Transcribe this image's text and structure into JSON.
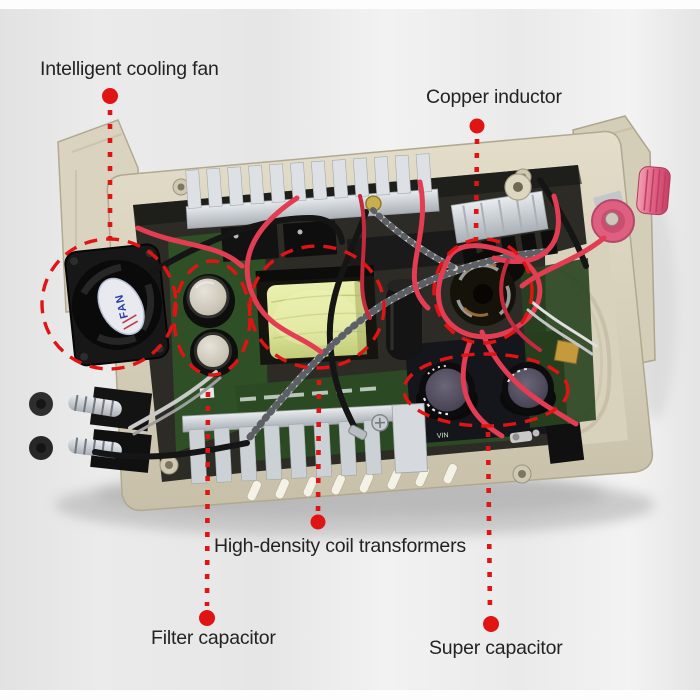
{
  "annotations": [
    {
      "id": "cooling-fan",
      "label": "Intelligent cooling fan"
    },
    {
      "id": "copper-inductor",
      "label": "Copper inductor"
    },
    {
      "id": "coil-transformers",
      "label": "High-density coil transformers"
    },
    {
      "id": "filter-capacitor",
      "label": "Filter capacitor"
    },
    {
      "id": "super-capacitor",
      "label": "Super capacitor"
    }
  ],
  "photo": {
    "subject": "Opened benchtop power supply showing internal components, top view",
    "fan_sticker_text": "FAN",
    "pcb_text": "VIN"
  },
  "colors": {
    "annotation_red": "#e11414",
    "label_text": "#232323",
    "case_beige": "#d7d0bb",
    "pcb_green": "#2f4f26",
    "heatsink_silver": "#c9cdd1",
    "wire_red": "#e23d52",
    "knob_pink": "#e2688b",
    "transformer_yellow": "#dfe59a",
    "background": "#e9e9e9"
  }
}
